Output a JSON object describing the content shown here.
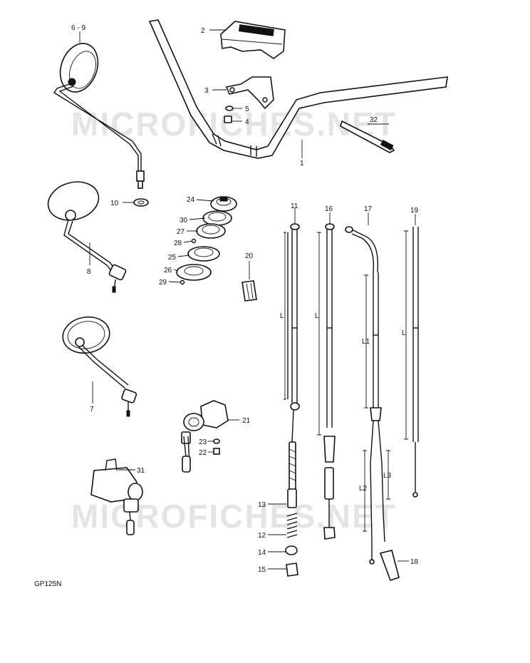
{
  "watermarks": [
    "MICROFICHES.NET",
    "MICROFICHES.NET"
  ],
  "model": "GP125N",
  "callouts": {
    "c6_9": "6 - 9",
    "c2": "2",
    "c3": "3",
    "c5": "5",
    "c4": "4",
    "c1": "1",
    "c32": "32",
    "c10": "10",
    "c8": "8",
    "c7": "7",
    "c24": "24",
    "c30": "30",
    "c27": "27",
    "c28": "28",
    "c25": "25",
    "c26": "26",
    "c29": "29",
    "c20": "20",
    "c21": "21",
    "c23": "23",
    "c22": "22",
    "c31": "31",
    "c11": "11",
    "c16": "16",
    "c17": "17",
    "c19": "19",
    "c13": "13",
    "c12": "12",
    "c14": "14",
    "c15": "15",
    "c18": "18"
  },
  "dimension_labels": {
    "L_11": "L",
    "L_16": "L",
    "L1_17": "L1",
    "L_19": "L",
    "L2": "L2",
    "L3": "L3"
  }
}
